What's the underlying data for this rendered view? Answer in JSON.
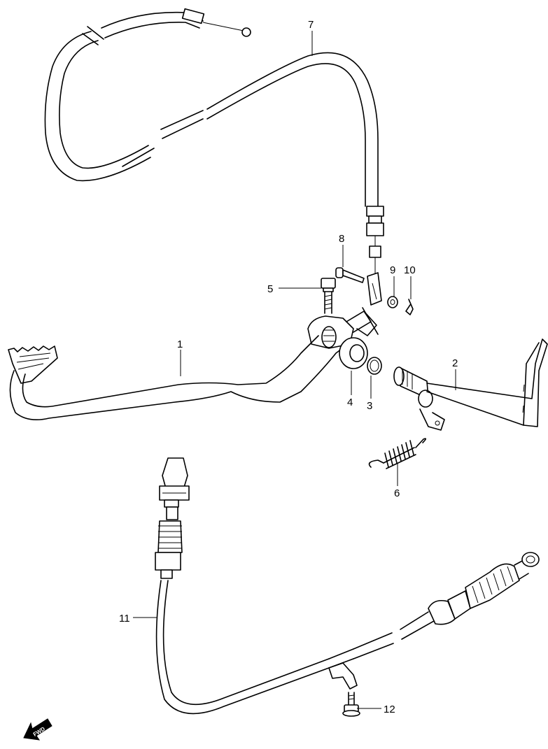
{
  "callouts": {
    "p1": "1",
    "p2": "2",
    "p3": "3",
    "p4": "4",
    "p5": "5",
    "p6": "6",
    "p7": "7",
    "p8": "8",
    "p9": "9",
    "p10": "10",
    "p11": "11",
    "p12": "12"
  },
  "direction_label": "FWD"
}
